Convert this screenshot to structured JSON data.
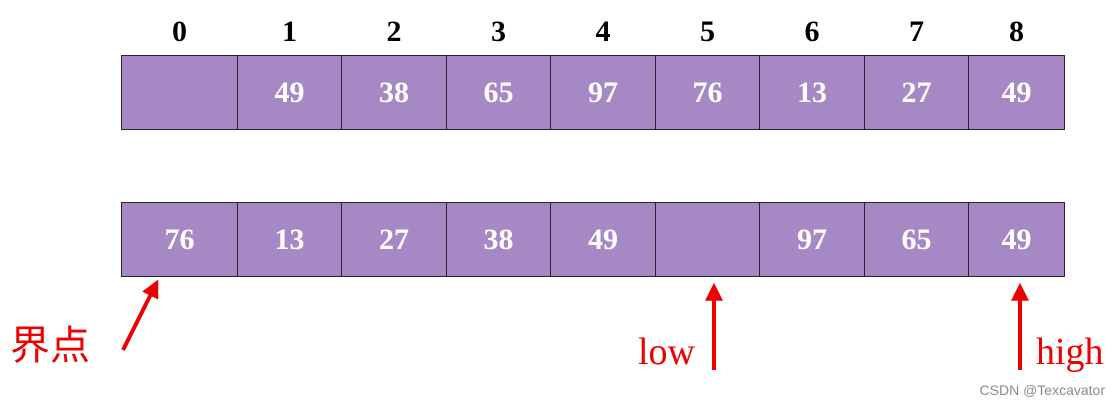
{
  "indices": [
    "0",
    "1",
    "2",
    "3",
    "4",
    "5",
    "6",
    "7",
    "8"
  ],
  "rows": [
    {
      "cells": [
        "",
        "49",
        "38",
        "65",
        "97",
        "76",
        "13",
        "27",
        "49"
      ]
    },
    {
      "cells": [
        "76",
        "13",
        "27",
        "38",
        "49",
        "",
        "97",
        "65",
        "49"
      ]
    }
  ],
  "pointers": {
    "pivot": {
      "label": "界点",
      "target_index": 0
    },
    "low": {
      "label": "low",
      "target_index": 5
    },
    "high": {
      "label": "high",
      "target_index": 8
    }
  },
  "colors": {
    "cell_fill": "#a688c4",
    "pointer": "#ee0000"
  },
  "watermark": "CSDN @Texcavator"
}
